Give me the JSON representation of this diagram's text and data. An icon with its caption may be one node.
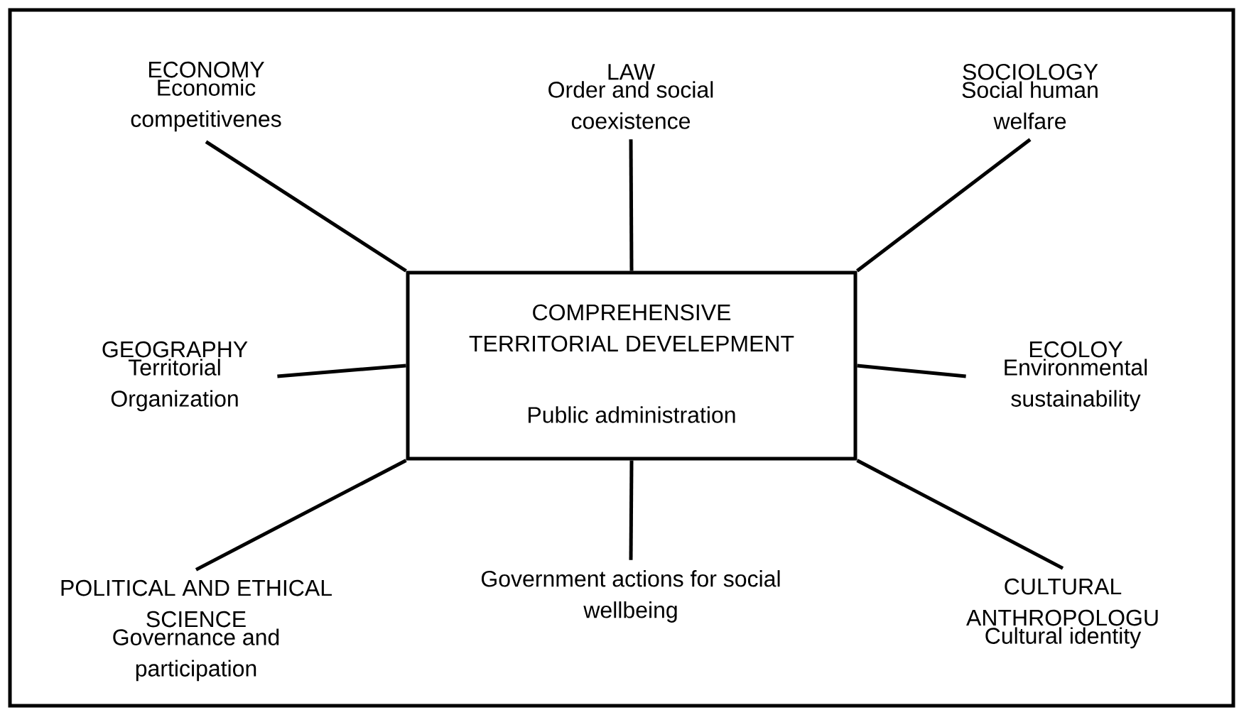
{
  "diagram": {
    "nodes": [
      {
        "text": [
          "COMPREHENSIVE TERRITORIAL DEVELEPMENT",
          "Public administration"
        ]
      },
      {
        "text": [
          "ECONOMY",
          "Economic competitivenes"
        ]
      },
      {
        "text": [
          "LAW",
          "Order and social coexistence"
        ]
      },
      {
        "text": [
          "SOCIOLOGY",
          "Social human welfare"
        ]
      },
      {
        "text": [
          "GEOGRAPHY",
          "Territorial Organization"
        ]
      },
      {
        "text": [
          "ECOLOY",
          "Environmental sustainability"
        ]
      },
      {
        "text": [
          "POLITICAL AND ETHICAL SCIENCE",
          "Governance and participation"
        ]
      },
      {
        "text": [
          "Government actions for social wellbeing"
        ]
      },
      {
        "text": [
          "CULTURAL ANTHROPOLOGU",
          "Cultural identity"
        ]
      }
    ],
    "edges": [
      {
        "from": 0,
        "to": 1,
        "arrow": "none"
      },
      {
        "from": 0,
        "to": 2,
        "arrow": "none"
      },
      {
        "from": 0,
        "to": 3,
        "arrow": "none"
      },
      {
        "from": 0,
        "to": 4,
        "arrow": "none"
      },
      {
        "from": 0,
        "to": 5,
        "arrow": "none"
      },
      {
        "from": 0,
        "to": 6,
        "arrow": "none"
      },
      {
        "from": 0,
        "to": 7,
        "arrow": "none"
      },
      {
        "from": 0,
        "to": 8,
        "arrow": "none"
      }
    ]
  }
}
